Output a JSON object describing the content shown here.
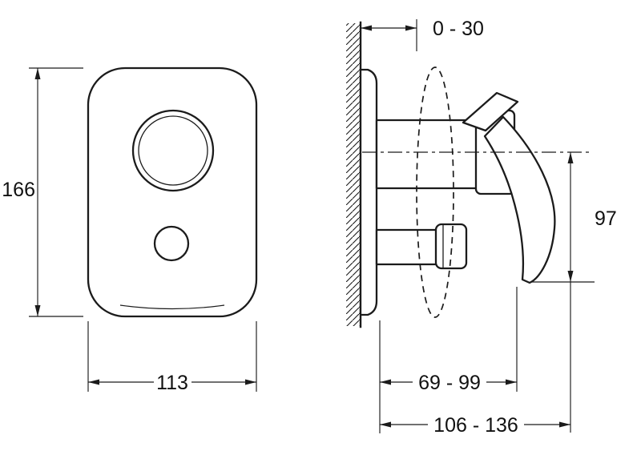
{
  "drawing": {
    "background_color": "#ffffff",
    "line_color": "#1b1b1b",
    "front_view": {
      "height_label": "166",
      "width_label": "113"
    },
    "side_view": {
      "wall_offset_label": "0 - 30",
      "handle_drop_label": "97",
      "body_projection_label": "69 - 99",
      "total_projection_label": "106 - 136"
    }
  }
}
